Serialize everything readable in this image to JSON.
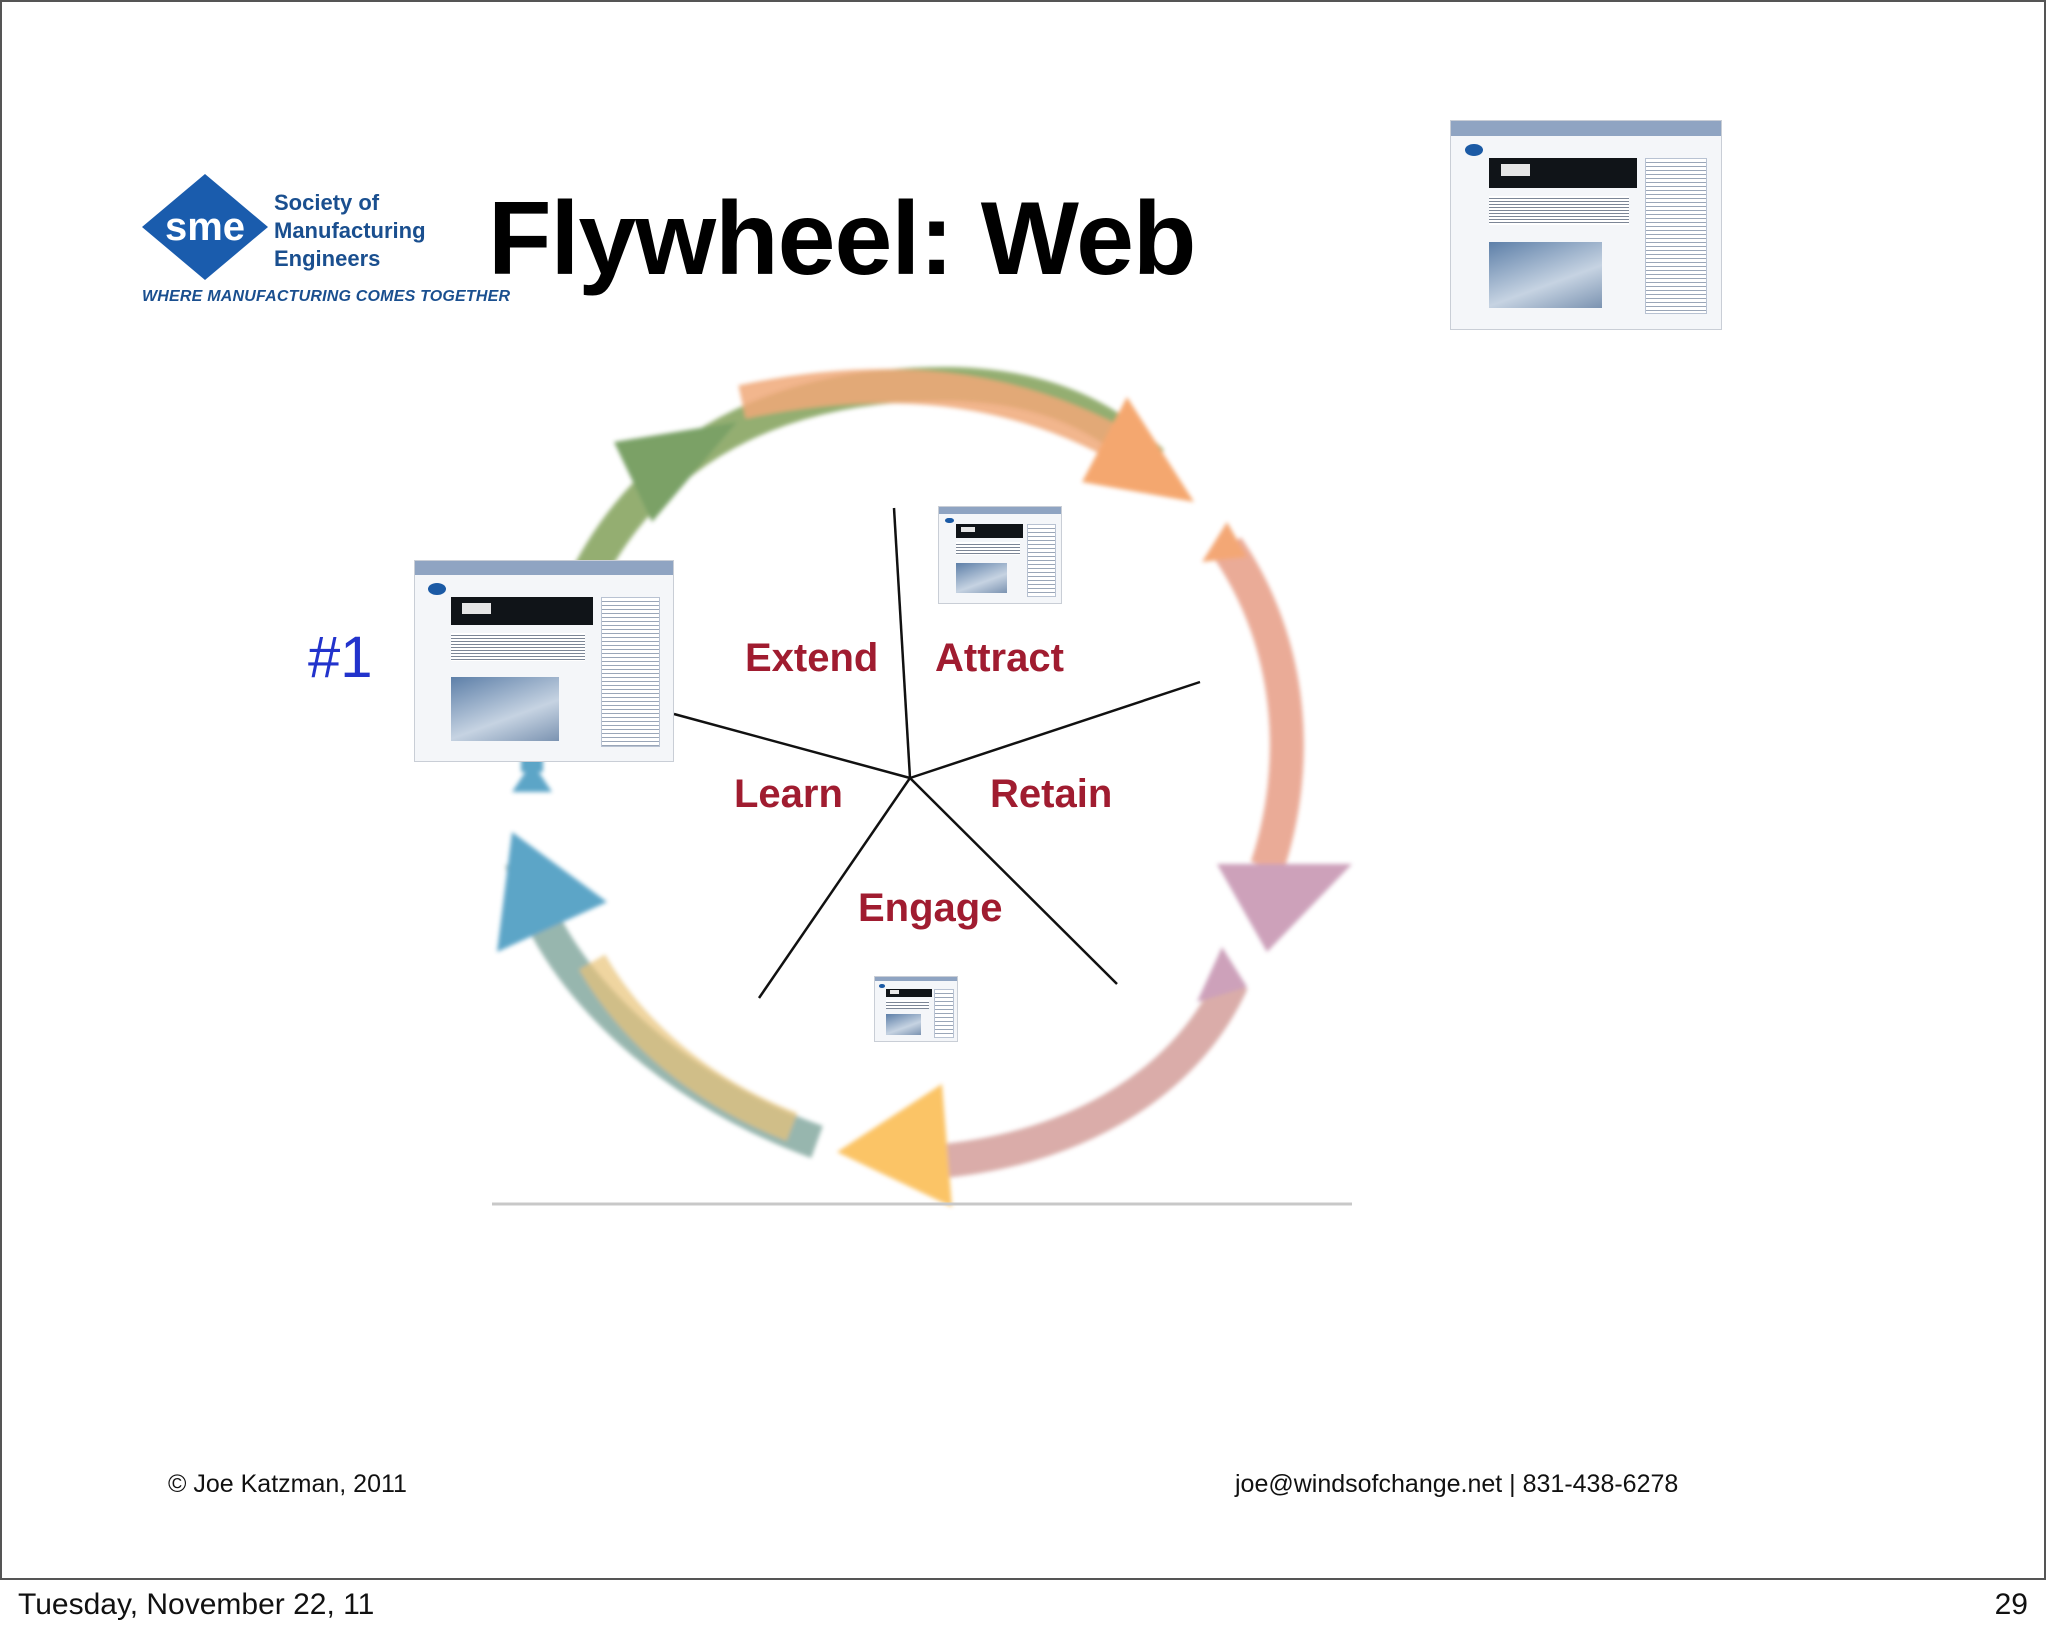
{
  "slide": {
    "title": "Flywheel: Web",
    "rank_label": "#1",
    "logo": {
      "mark": "sme",
      "line1": "Society of",
      "line2": "Manufacturing",
      "line3": "Engineers",
      "tagline": "WHERE MANUFACTURING COMES TOGETHER",
      "brand_color": "#1a5cad"
    },
    "segments": [
      "Extend",
      "Attract",
      "Learn",
      "Retain",
      "Engage"
    ],
    "segment_color": "#a01c30",
    "arrow_colors": [
      "#6f9a5a",
      "#f4a064",
      "#c99ab5",
      "#fbbf5a",
      "#4f9ec3"
    ],
    "footer_left": "© Joe Katzman, 2011",
    "footer_right": "joe@windsofchange.net | 831-438-6278"
  },
  "page": {
    "date": "Tuesday, November 22, 11",
    "number": "29"
  }
}
